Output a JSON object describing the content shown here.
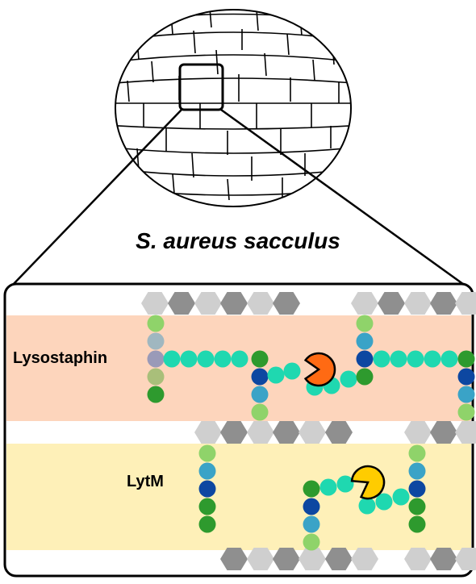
{
  "title": "S. aureus sacculus",
  "lanes": [
    {
      "label": "Lysostaphin",
      "color": "#fdd5bc"
    },
    {
      "label": "LytM",
      "color": "#fef0b8"
    }
  ],
  "colors": {
    "hex_light": "#cfcfcf",
    "hex_dark": "#8f8f8f",
    "enzyme_lysostaphin": "#ff6a13",
    "enzyme_lytm": "#ffcc00",
    "glycine": "#1fd8b0",
    "stem_green": "#2e9a2e",
    "stem_dark_blue": "#0d47a1",
    "stem_light_blue": "#3aa3c7",
    "stem_lime": "#8fd36a",
    "stem_sage": "#a9bf7a",
    "stem_grey_blue": "#a0b7c0",
    "stem_lavender": "#9a9ab8"
  },
  "icons": [
    "sphere-sacculus-icon",
    "magnifier-box-icon",
    "pacman-enzyme-icon",
    "hexagon-sugar-icon"
  ]
}
